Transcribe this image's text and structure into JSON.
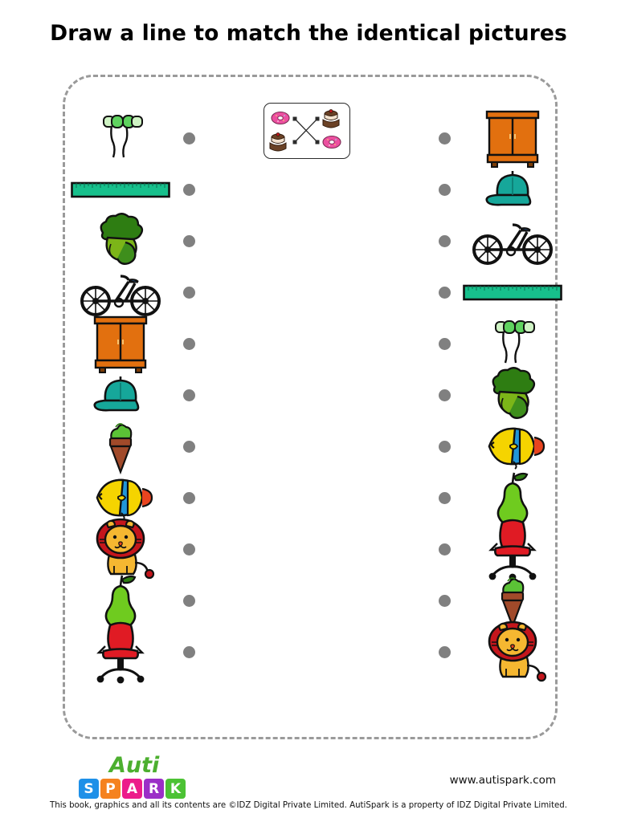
{
  "worksheet": {
    "title": "Draw a line to match the identical pictures",
    "instruction_type": "matching"
  },
  "example": {
    "label": "example-box",
    "items": [
      {
        "position": "top-left",
        "icon": "donut-icon",
        "name": "donut"
      },
      {
        "position": "top-right",
        "icon": "cake-icon",
        "name": "cake"
      },
      {
        "position": "bottom-left",
        "icon": "cake-icon",
        "name": "cake"
      },
      {
        "position": "bottom-right",
        "icon": "donut-icon",
        "name": "donut"
      }
    ],
    "connections": [
      {
        "from": "top-left",
        "to": "bottom-right"
      },
      {
        "from": "bottom-left",
        "to": "top-right"
      }
    ]
  },
  "left_column": {
    "items": [
      {
        "index": 0,
        "icon": "earbuds-icon",
        "name": "earbuds",
        "color": "#5FD35F"
      },
      {
        "index": 1,
        "icon": "ruler-icon",
        "name": "ruler",
        "color": "#17C08C"
      },
      {
        "index": 2,
        "icon": "broccoli-icon",
        "name": "broccoli",
        "color": "#2E7D12"
      },
      {
        "index": 3,
        "icon": "bicycle-icon",
        "name": "bicycle",
        "color": "#1A1A1A"
      },
      {
        "index": 4,
        "icon": "wardrobe-icon",
        "name": "wardrobe",
        "color": "#E2700F"
      },
      {
        "index": 5,
        "icon": "cap-icon",
        "name": "cap",
        "color": "#16A79A"
      },
      {
        "index": 6,
        "icon": "ice-cream-icon",
        "name": "ice cream cone",
        "color": "#5BC236"
      },
      {
        "index": 7,
        "icon": "fish-icon",
        "name": "fish",
        "color": "#2196D9"
      },
      {
        "index": 8,
        "icon": "lion-icon",
        "name": "lion",
        "color": "#C4161C"
      },
      {
        "index": 9,
        "icon": "pear-icon",
        "name": "pear",
        "color": "#6FCB1F"
      },
      {
        "index": 10,
        "icon": "office-chair-icon",
        "name": "office chair",
        "color": "#E01B24"
      }
    ]
  },
  "right_column": {
    "items": [
      {
        "index": 0,
        "icon": "wardrobe-icon",
        "name": "wardrobe",
        "color": "#E2700F"
      },
      {
        "index": 1,
        "icon": "cap-icon",
        "name": "cap",
        "color": "#16A79A"
      },
      {
        "index": 2,
        "icon": "bicycle-icon",
        "name": "bicycle",
        "color": "#1A1A1A"
      },
      {
        "index": 3,
        "icon": "ruler-icon",
        "name": "ruler",
        "color": "#17C08C"
      },
      {
        "index": 4,
        "icon": "earbuds-icon",
        "name": "earbuds",
        "color": "#5FD35F"
      },
      {
        "index": 5,
        "icon": "broccoli-icon",
        "name": "broccoli",
        "color": "#2E7D12"
      },
      {
        "index": 6,
        "icon": "fish-icon",
        "name": "fish",
        "color": "#2196D9"
      },
      {
        "index": 7,
        "icon": "pear-icon",
        "name": "pear",
        "color": "#6FCB1F"
      },
      {
        "index": 8,
        "icon": "office-chair-icon",
        "name": "office chair",
        "color": "#E01B24"
      },
      {
        "index": 9,
        "icon": "ice-cream-icon",
        "name": "ice cream cone",
        "color": "#5BC236"
      },
      {
        "index": 10,
        "icon": "lion-icon",
        "name": "lion",
        "color": "#C4161C"
      }
    ]
  },
  "connector_dots": {
    "count_per_column": 11,
    "color": "#808080"
  },
  "footer": {
    "brand_word_top": "Auti",
    "brand_tiles": [
      {
        "letter": "S",
        "color": "#1E90E8"
      },
      {
        "letter": "P",
        "color": "#F5821F"
      },
      {
        "letter": "A",
        "color": "#EC1C8A"
      },
      {
        "letter": "R",
        "color": "#9B2FC7"
      },
      {
        "letter": "K",
        "color": "#4CC234"
      }
    ],
    "website": "www.autispark.com",
    "copyright": "This book, graphics and all its contents are ©IDZ Digital Private Limited. AutiSpark  is a property of IDZ Digital Private Limited."
  }
}
